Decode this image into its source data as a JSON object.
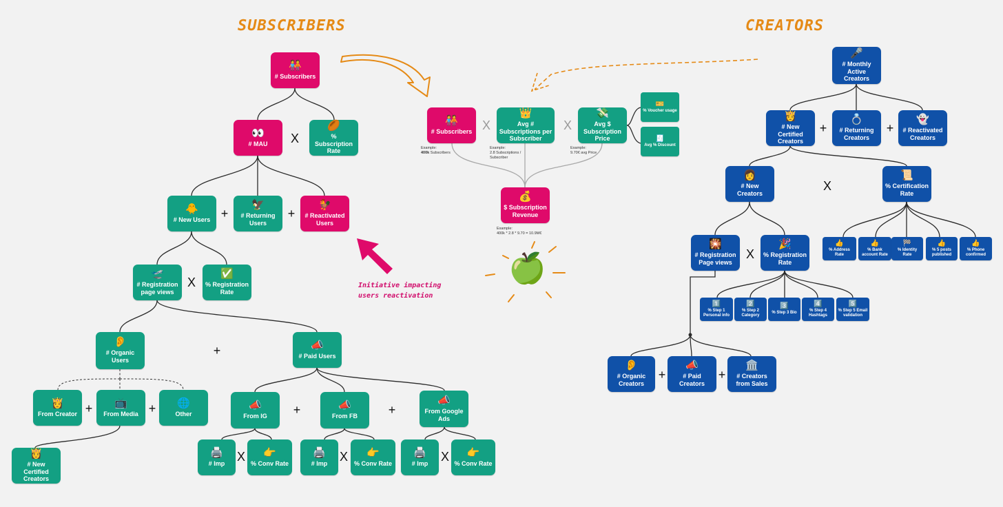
{
  "titles": {
    "subscribers": "SUBSCRIBERS",
    "creators": "CREATORS"
  },
  "annotation": {
    "line1": "Initiative impacting",
    "line2": "users reactivation"
  },
  "subscribers": {
    "subscribers": {
      "icon": "🧑‍🤝‍🧑",
      "label": "# Subscribers"
    },
    "mau": {
      "icon": "👀",
      "label": "# MAU"
    },
    "subscription_rate": {
      "icon": "🏉",
      "label": "% Subscription Rate"
    },
    "new_users": {
      "icon": "🐥",
      "label": "# New Users"
    },
    "returning_users": {
      "icon": "🦅",
      "label": "# Returning Users"
    },
    "reactivated_users": {
      "icon": "🐓",
      "label": "# Reactivated Users"
    },
    "registration_page_views": {
      "icon": "🛫",
      "label": "# Registration page views"
    },
    "registration_rate": {
      "icon": "✅",
      "label": "% Registration Rate"
    },
    "organic_users": {
      "icon": "👂",
      "label": "# Organic Users"
    },
    "paid_users": {
      "icon": "📣",
      "label": "# Paid Users"
    },
    "from_creator": {
      "icon": "👸",
      "label": "From Creator"
    },
    "from_media": {
      "icon": "📺",
      "label": "From Media"
    },
    "other": {
      "icon": "🌐",
      "label": "Other"
    },
    "new_certified_creators": {
      "icon": "👸",
      "label": "# New Certified Creators"
    },
    "from_ig": {
      "icon": "📣",
      "label": "From IG"
    },
    "from_fb": {
      "icon": "📣",
      "label": "From FB"
    },
    "from_google_ads": {
      "icon": "📣",
      "label": "From Google Ads"
    },
    "imp": {
      "icon": "🖨️",
      "label": "# Imp"
    },
    "conv_rate": {
      "icon": "👉",
      "label": "% Conv Rate"
    }
  },
  "revenue": {
    "subscribers": {
      "icon": "🧑‍🤝‍🧑",
      "label": "# Subscribers"
    },
    "avg_subscriptions": {
      "icon": "👑",
      "label": "Avg # Subscriptions per Subscriber"
    },
    "avg_price": {
      "icon": "💸",
      "label": "Avg $ Subscription Price"
    },
    "voucher_usage": {
      "icon": "🎫",
      "label": "% Voucher usage"
    },
    "avg_discount": {
      "icon": "🧾",
      "label": "Avg % Discount"
    },
    "subscription_revenue": {
      "icon": "💰",
      "label": "$ Subscription Revenue"
    },
    "note_subscribers": {
      "line1": "Example:",
      "line2_bold": "400k",
      "line2_rest": " Subscribers"
    },
    "note_subscriptions": {
      "line1": "Example:",
      "line2": "2.8 Subscriptions /",
      "line3": "Subscriber"
    },
    "note_price": {
      "line1": "Example:",
      "line2": "9.70€ avg Price"
    },
    "note_revenue": {
      "line1": "Example:",
      "line2": "400k * 2.8 * 9.70 = 10.9M€"
    },
    "apple_icon": "🍏"
  },
  "creators": {
    "monthly_active": {
      "icon": "🎤",
      "label": "# Monthly Active Creators"
    },
    "new_certified": {
      "icon": "👸",
      "label": "# New Certified Creators"
    },
    "returning": {
      "icon": "💍",
      "label": "# Returning Creators"
    },
    "reactivated": {
      "icon": "👻",
      "label": "# Reactivated Creators"
    },
    "new_creators": {
      "icon": "👩",
      "label": "# New Creators"
    },
    "certification_rate": {
      "icon": "📜",
      "label": "% Certification Rate"
    },
    "address_rate": {
      "icon": "👍",
      "label": "% Address Rate"
    },
    "bank_account_rate": {
      "icon": "👍",
      "label": "% Bank account Rate"
    },
    "identity_rate": {
      "icon": "🏁",
      "label": "% Identity Rate"
    },
    "posts_published": {
      "icon": "👍",
      "label": "% 5 posts published"
    },
    "phone_confirmed": {
      "icon": "👍",
      "label": "% Phone confirmed"
    },
    "registration_page_views": {
      "icon": "🎇",
      "label": "# Registration Page views"
    },
    "registration_rate": {
      "icon": "🎉",
      "label": "% Registration Rate"
    },
    "step1": {
      "icon": "1️⃣",
      "label": "% Step 1 Personal info"
    },
    "step2": {
      "icon": "2️⃣",
      "label": "% Step 2 Category"
    },
    "step3": {
      "icon": "3️⃣",
      "label": "% Step 3 Bio"
    },
    "step4": {
      "icon": "4️⃣",
      "label": "% Step 4 Hashtags"
    },
    "step5": {
      "icon": "5️⃣",
      "label": "% Step 5 Email validation"
    },
    "organic": {
      "icon": "👂",
      "label": "# Organic Creators"
    },
    "paid": {
      "icon": "📣",
      "label": "# Paid Creators"
    },
    "from_sales": {
      "icon": "🏛️",
      "label": "# Creators from Sales"
    }
  },
  "operators": {
    "times": "X",
    "plus": "+"
  },
  "colors": {
    "green": "#13a083",
    "pink": "#df0a6a",
    "blue": "#1051a8",
    "title_orange": "#e58a16",
    "annotation_pink": "#d10d6c"
  }
}
